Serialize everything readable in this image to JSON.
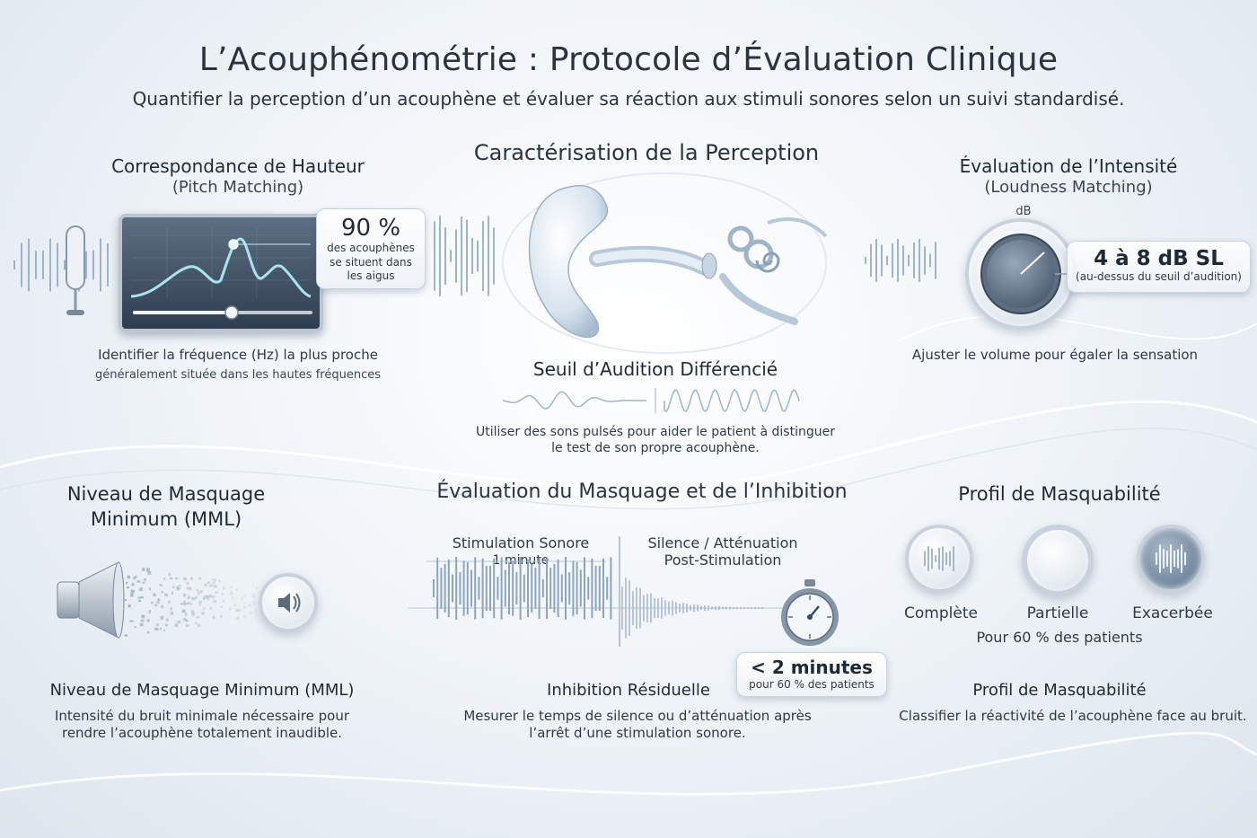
{
  "header": {
    "title": "L’Acouphénométrie : Protocole d’Évaluation Clinique",
    "subtitle": "Quantifier la perception d’un acouphène et évaluer sa réaction aux stimuli sonores selon un suivi standardisé."
  },
  "pitch": {
    "title": "Correspondance de Hauteur",
    "subtitle": "(Pitch Matching)",
    "callout_value": "90 %",
    "callout_text": [
      "des acouphènes",
      "se situent dans",
      "les aigus"
    ],
    "desc_line1": "Identifier la fréquence (Hz) la plus proche",
    "desc_line2": "généralement située dans les hautes fréquences",
    "slider_fraction": 0.55
  },
  "perception": {
    "title": "Caractérisation de la Perception",
    "threshold_title": "Seuil d’Audition Différencié",
    "desc_line1": "Utiliser des sons pulsés pour aider le patient à distinguer",
    "desc_line2": "le test de son propre acouphène."
  },
  "loudness": {
    "title": "Évaluation de l’Intensité",
    "subtitle": "(Loudness Matching)",
    "knob_label": "dB",
    "value": "4 à 8 dB SL",
    "value_note": "(au-dessus du seuil d’audition)",
    "desc": "Ajuster le volume pour égaler la sensation"
  },
  "mml": {
    "title_line1": "Niveau de Masquage",
    "title_line2": "Minimum (MML)",
    "label": "Niveau de Masquage Minimum (MML)",
    "desc_line1": "Intensité du bruit minimale nécessaire pour",
    "desc_line2": "rendre l’acouphène totalement inaudible."
  },
  "inhibition": {
    "title": "Évaluation du Masquage et de l’Inhibition",
    "stim_label": "Stimulation Sonore",
    "stim_duration": "1 minute",
    "silence_line1": "Silence / Atténuation",
    "silence_line2": "Post-Stimulation",
    "callout_value": "< 2 minutes",
    "callout_note": "pour 60 % des patients",
    "label": "Inhibition Résiduelle",
    "desc_line1": "Mesurer le temps de silence ou d’atténuation après",
    "desc_line2": "l’arrêt d’une stimulation sonore."
  },
  "masquability": {
    "title": "Profil de Masquabilité",
    "options": [
      "Complète",
      "Partielle",
      "Exacerbée"
    ],
    "share": "Pour 60 % des patients",
    "label": "Profil de Masquabilité",
    "desc": "Classifier la réactivité de l’acouphène face au bruit."
  }
}
